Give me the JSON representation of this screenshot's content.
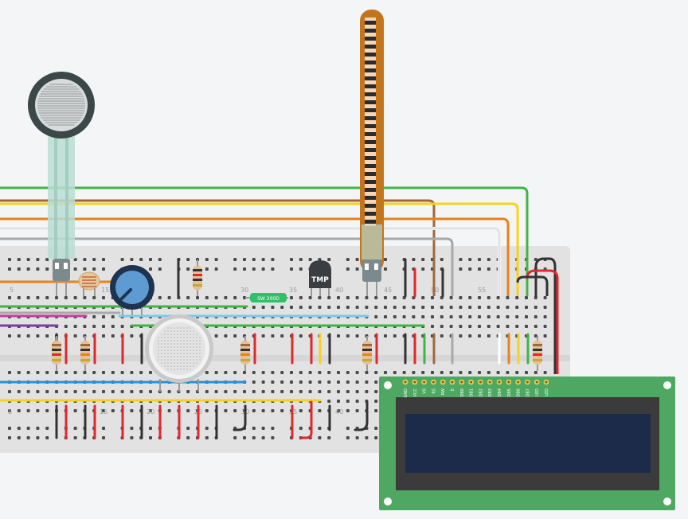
{
  "canvas": {
    "background": "#f3f5f7"
  },
  "breadboard": {
    "column_numbers_top": [
      "5",
      "15",
      "30",
      "35",
      "40",
      "45",
      "50",
      "55"
    ],
    "column_numbers_bottom": [
      "5",
      "15",
      "20",
      "25",
      "30",
      "35",
      "40"
    ]
  },
  "components": {
    "temperature_sensor_label": "TMP",
    "switch_label": "SW 200D"
  },
  "lcd": {
    "pins": [
      "GND",
      "VCC",
      "V0",
      "RS",
      "RW",
      "E",
      "DB0",
      "DB1",
      "DB2",
      "DB3",
      "DB4",
      "DB5",
      "DB6",
      "DB7",
      "LED",
      "LED"
    ]
  },
  "colors": {
    "wire_green": "#3fb544",
    "wire_brown": "#a0683a",
    "wire_yellow": "#f5d31d",
    "wire_orange": "#e8821b",
    "wire_gray": "#a8a8a8",
    "wire_red": "#e0282c",
    "wire_black": "#333333",
    "wire_blue": "#2a91d8",
    "wire_lightblue": "#7ec7e8",
    "wire_purple": "#7b3fa0",
    "wire_magenta": "#c43d9e",
    "lcd_board": "#4fa862",
    "lcd_screen": "#1d2b4a"
  }
}
